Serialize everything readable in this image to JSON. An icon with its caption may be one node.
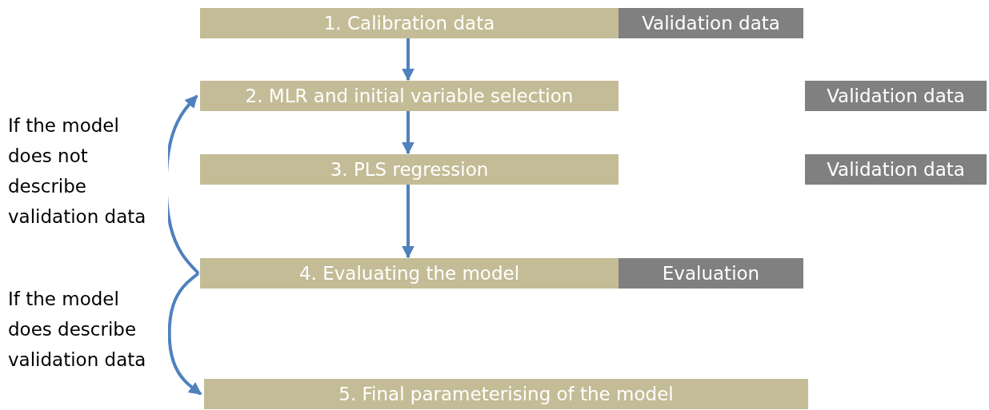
{
  "diagram": {
    "nodes": [
      {
        "text": [
          "1. Calibration data"
        ]
      },
      {
        "text": [
          "Validation data"
        ]
      },
      {
        "text": [
          "2. MLR and initial variable selection"
        ]
      },
      {
        "text": [
          "Validation data"
        ]
      },
      {
        "text": [
          "3. PLS regression"
        ]
      },
      {
        "text": [
          "Validation data"
        ]
      },
      {
        "text": [
          "4. Evaluating the model"
        ]
      },
      {
        "text": [
          "Evaluation"
        ]
      },
      {
        "text": [
          "5. Final parameterising of the model"
        ]
      }
    ],
    "edges": [
      {
        "from": 0,
        "to": 2,
        "arrow": "to"
      },
      {
        "from": 2,
        "to": 4,
        "arrow": "to"
      },
      {
        "from": 4,
        "to": 6,
        "arrow": "to"
      },
      {
        "from": 6,
        "to": 2,
        "arrow": "to",
        "label": "If the model does not describe validation data"
      },
      {
        "from": 6,
        "to": 8,
        "arrow": "to",
        "label": "If the model does describe validation data"
      }
    ]
  }
}
